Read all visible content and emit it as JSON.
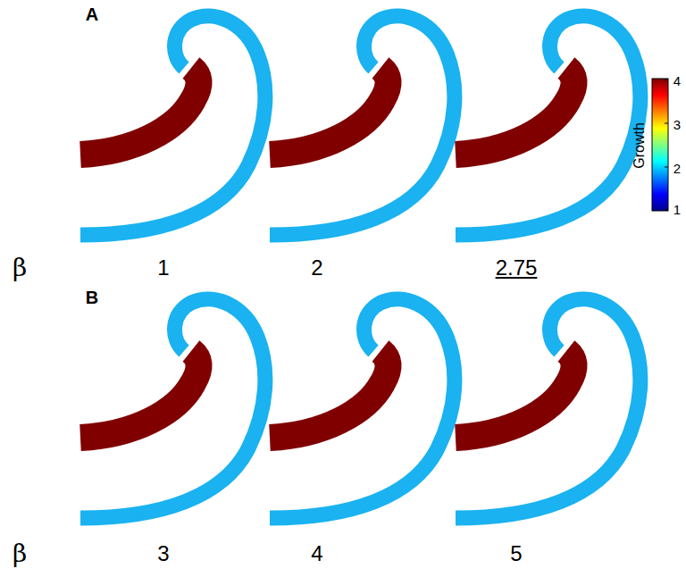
{
  "diagram": {
    "labels": [
      "A",
      "β",
      "1",
      "2",
      "2.75",
      "B",
      "β",
      "3",
      "4",
      "5",
      "Growth",
      "4",
      "3",
      "2",
      "1"
    ]
  }
}
